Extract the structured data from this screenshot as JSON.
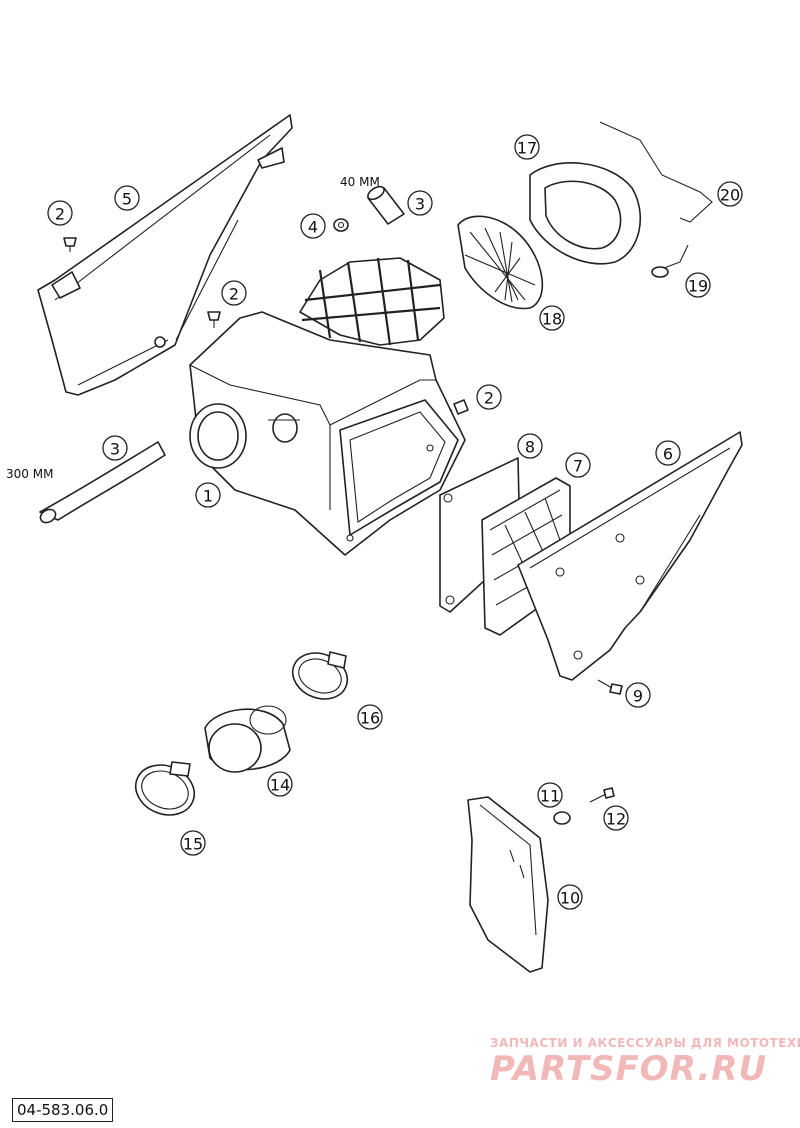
{
  "diagram": {
    "callouts": [
      {
        "id": "c1",
        "label": "1"
      },
      {
        "id": "c2a",
        "label": "2"
      },
      {
        "id": "c2b",
        "label": "2"
      },
      {
        "id": "c2c",
        "label": "2"
      },
      {
        "id": "c3a",
        "label": "3"
      },
      {
        "id": "c3b",
        "label": "3"
      },
      {
        "id": "c4",
        "label": "4"
      },
      {
        "id": "c5",
        "label": "5"
      },
      {
        "id": "c6",
        "label": "6"
      },
      {
        "id": "c7",
        "label": "7"
      },
      {
        "id": "c8",
        "label": "8"
      },
      {
        "id": "c9",
        "label": "9"
      },
      {
        "id": "c10",
        "label": "10"
      },
      {
        "id": "c11",
        "label": "11"
      },
      {
        "id": "c12",
        "label": "12"
      },
      {
        "id": "c14",
        "label": "14"
      },
      {
        "id": "c15",
        "label": "15"
      },
      {
        "id": "c16",
        "label": "16"
      },
      {
        "id": "c17",
        "label": "17"
      },
      {
        "id": "c18",
        "label": "18"
      },
      {
        "id": "c19",
        "label": "19"
      },
      {
        "id": "c20",
        "label": "20"
      }
    ],
    "dimensions": {
      "hose_short": "40 MM",
      "hose_long": "300 MM"
    },
    "drawing_code": "04-583.06.0"
  },
  "watermark": {
    "tagline": "ЗАПЧАСТИ И АКСЕССУАРЫ ДЛЯ МОТОТЕХНИКИ",
    "brand": "PARTSFOR.RU",
    "color": "#f2b8b8"
  }
}
